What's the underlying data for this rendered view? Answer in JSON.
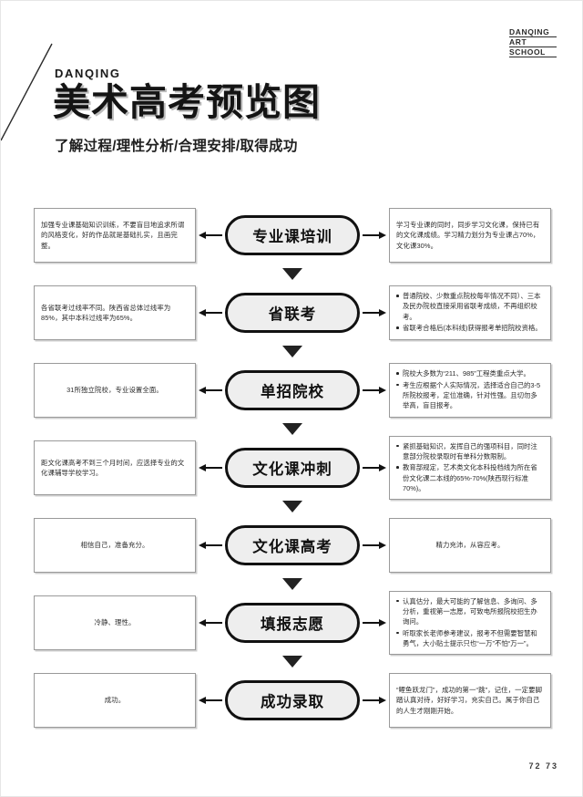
{
  "brand": {
    "line1": "DANQING",
    "line2": "ART",
    "line3": "SCHOOL"
  },
  "header": {
    "kicker": "DANQING",
    "title": "美术高考预览图",
    "subtitle": "了解过程/理性分析/合理安排/取得成功"
  },
  "flow": {
    "rows": [
      {
        "stage": "专业课培训",
        "left": "加强专业课基础知识训练，不要盲目地追求所谓的风格变化，好的作品就是基础扎实，且画完整。",
        "right_bullets": [],
        "right": "学习专业课的同时，同步学习文化课，保持已有的文化课成绩。学习精力划分为专业课占70%，文化课30%。"
      },
      {
        "stage": "省联考",
        "left": "各省联考过线率不同。陕西省总体过线率为85%，其中本科过线率为65%。",
        "right_bullets": [
          "普通院校、少数重点院校每年情况不同）、三本及民办院校直接采用省联考成绩，不再组织校考。",
          "省联考合格后(本科线)获得报考单招院校资格。"
        ],
        "right": ""
      },
      {
        "stage": "单招院校",
        "left": "31所独立院校，专业设置全面。",
        "right_bullets": [
          "院校大多数为“211、985”工程类重点大学。",
          "考生应根据个人实际情况，选择适合自己的3-5所院校报考，定位准确，针对性强。且切勿多举高，盲目报考。"
        ],
        "right": ""
      },
      {
        "stage": "文化课冲刺",
        "left": "距文化课高考不到三个月时间，应选择专业的文化课辅导学校学习。",
        "right_bullets": [
          "紧抓基础知识，发挥自己的强项科目，同时注意部分院校录取时有单科分数限制。",
          "教育部规定，艺术类文化本科投档线为所在省份文化课二本线的65%-70%(陕西现行标准70%)。"
        ],
        "right": ""
      },
      {
        "stage": "文化课高考",
        "left": "相信自己，准备充分。",
        "right_bullets": [],
        "right": "精力充沛，从容应考。"
      },
      {
        "stage": "填报志愿",
        "left": "冷静、理性。",
        "right_bullets": [
          "认真估分，最大可能的了解信息、多询问、多分析，重视第一志愿，可致电所报院校招生办询问。",
          "听取家长老师参考建议，报考不但需要智慧和勇气，大小贴士提示只也“一万”不怕“万一”。"
        ],
        "right": ""
      },
      {
        "stage": "成功录取",
        "left": "成功。",
        "right_bullets": [],
        "right": "“鲤鱼跃龙门”，成功的第一“跳”，记住，一定要脚踏认真对待，好好学习，充实自己。属于你自己的人生才刚刚开始。"
      }
    ]
  },
  "footer": {
    "page_numbers": "72 73"
  },
  "colors": {
    "ink": "#111111",
    "pill_fill": "#eeeeee",
    "box_border": "#9a9a9a",
    "shadow": "#cfcfcf"
  }
}
